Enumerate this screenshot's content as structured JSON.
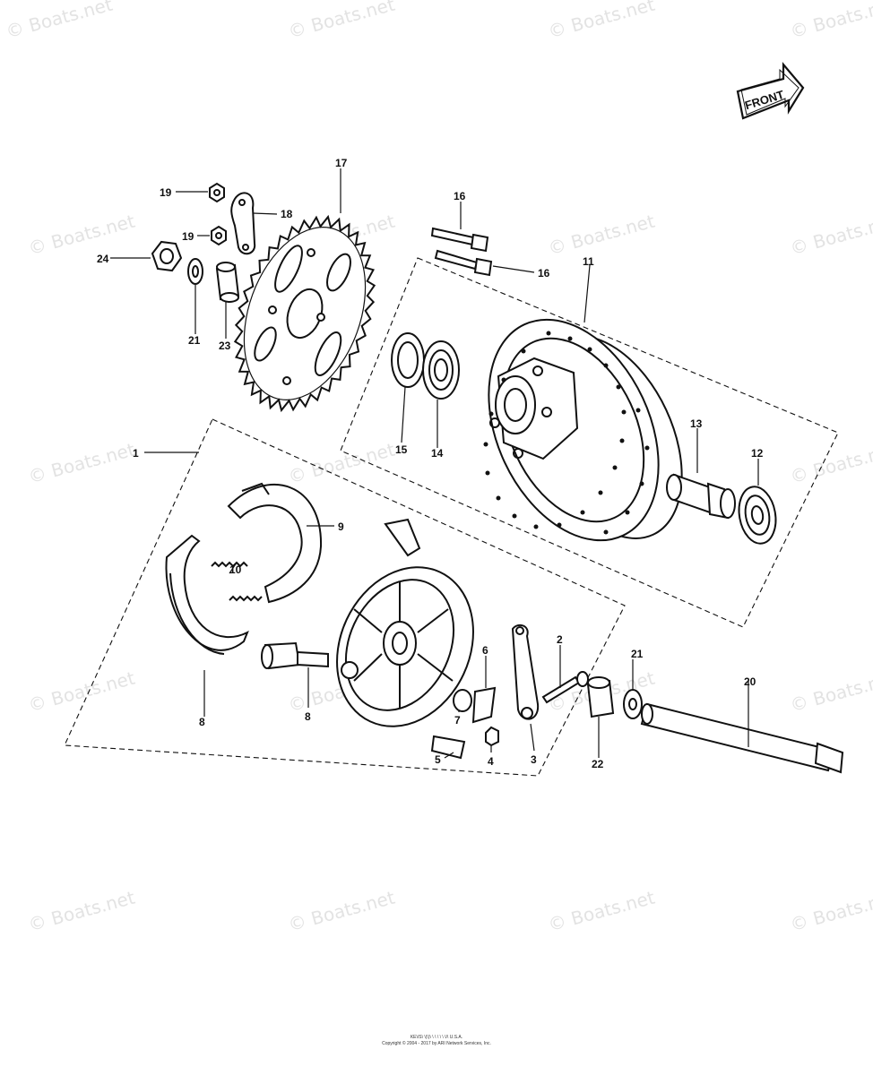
{
  "watermark": "© Boats.net",
  "front_label": "FRONT",
  "callouts": {
    "c1": "1",
    "c2": "2",
    "c3": "3",
    "c4": "4",
    "c5": "5",
    "c6": "6",
    "c7": "7",
    "c8a": "8",
    "c8b": "8",
    "c9": "9",
    "c10": "10",
    "c11": "11",
    "c12": "12",
    "c13": "13",
    "c14": "14",
    "c15": "15",
    "c16a": "16",
    "c16b": "16",
    "c17": "17",
    "c18": "18",
    "c19a": "19",
    "c19b": "19",
    "c20": "20",
    "c21a": "21",
    "c21b": "21",
    "c22": "22",
    "c23": "23",
    "c24": "24"
  },
  "footer": {
    "line1": "KE\\/S\\ \\(\\)\\ \\ \\ \\ \\ \\ \\/\\ U.S.A.",
    "line2": "Copyright © 2004 - 2017 by ARI Network Services, Inc."
  }
}
